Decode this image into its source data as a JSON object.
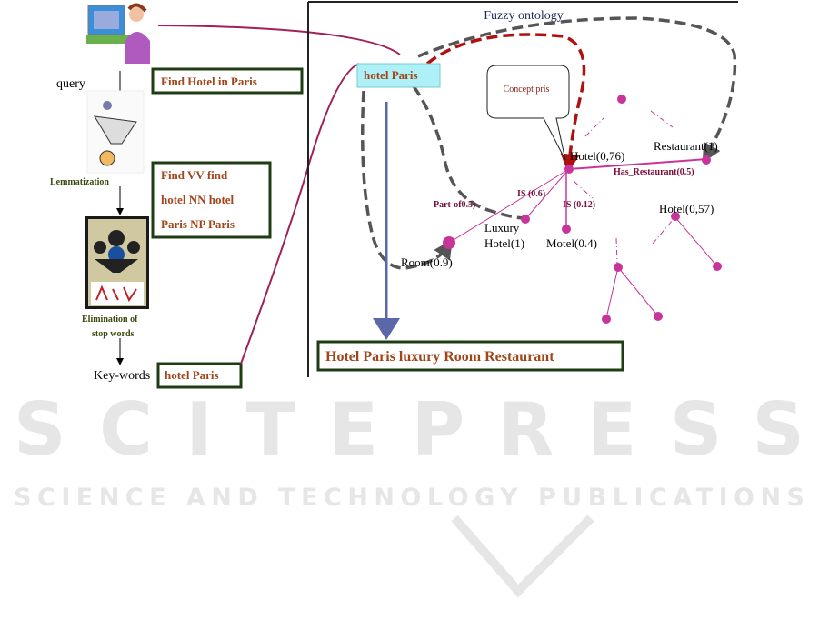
{
  "watermark": {
    "main": "SCITEPRESS",
    "sub": "SCIENCE AND TECHNOLOGY PUBLICATIONS"
  },
  "left": {
    "query_label": "query",
    "query_box": "Find Hotel in Paris",
    "lemmatization_label": "Lemmatization",
    "pos_lines": [
      "Find VV   find",
      "hotel NN hotel",
      "Paris NP Paris"
    ],
    "elimination_label": [
      "Elimination of",
      "stop words"
    ],
    "keywords_label": "Key-words",
    "keywords_box": "hotel Paris"
  },
  "ontology": {
    "title": "Fuzzy ontology",
    "hotel_paris_tag": "hotel Paris",
    "callout": "Concept pris",
    "nodes": {
      "hotel": "Hotel(0,76)",
      "restaurant": "Restaurant(1)",
      "hotel2": "Hotel(0,57)",
      "luxury": [
        "Luxury",
        "Hotel(1)"
      ],
      "motel": "Motel(0.4)",
      "room": "Room(0.9)"
    },
    "edges": {
      "has_restaurant": "Has_Restaurant(0.5)",
      "is1": "IS (0.6)",
      "is2": "IS (0.12)",
      "part_of": "Part-of0.5)"
    },
    "result": "Hotel Paris luxury Room Restaurant"
  },
  "colors": {
    "accent": "#c8359a",
    "box_border": "#1e3d12",
    "text_brown": "#a0461a",
    "dash_red": "#b01010",
    "dash_gray": "#555555"
  }
}
